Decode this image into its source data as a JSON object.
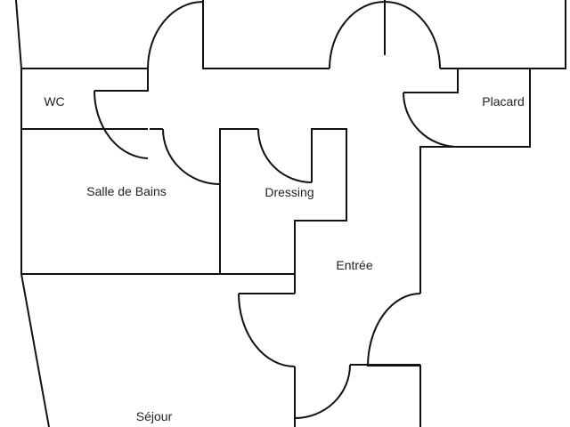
{
  "rooms": {
    "wc": "WC",
    "placard": "Placard",
    "salle_de_bains": "Salle de Bains",
    "dressing": "Dressing",
    "entree": "Entrée",
    "sejour": "Séjour"
  },
  "colors": {
    "wall": "#111111",
    "background": "#ffffff"
  }
}
